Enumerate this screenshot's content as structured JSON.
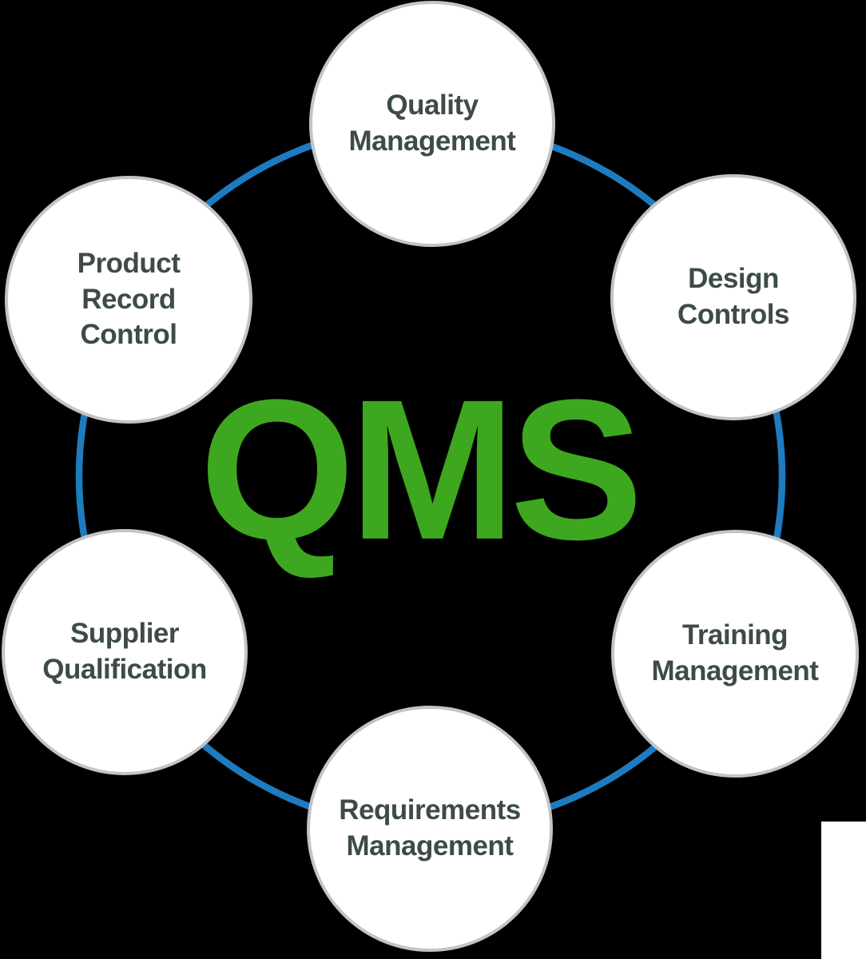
{
  "diagram": {
    "center_label": "QMS",
    "nodes": [
      {
        "id": "quality-management",
        "label": "Quality Management",
        "lines": [
          "Quality",
          "Management"
        ]
      },
      {
        "id": "design-controls",
        "label": "Design Controls",
        "lines": [
          "Design",
          "Controls"
        ]
      },
      {
        "id": "training-management",
        "label": "Training Management",
        "lines": [
          "Training",
          "Management"
        ]
      },
      {
        "id": "requirements-management",
        "label": "Requirements Management",
        "lines": [
          "Requirements",
          "Management"
        ]
      },
      {
        "id": "supplier-qualification",
        "label": "Supplier Qualification",
        "lines": [
          "Supplier",
          "Qualification"
        ]
      },
      {
        "id": "product-record-control",
        "label": "Product Record Control",
        "lines": [
          "Product",
          "Record",
          "Control"
        ]
      }
    ],
    "theme": {
      "center_text_color": "#3ea720",
      "ring_color": "#1e7bbf",
      "node_fill": "#ffffff",
      "node_border_color": "#c3c3c8",
      "node_text_color": "#3d4b4a",
      "background_color": "#000000"
    }
  }
}
